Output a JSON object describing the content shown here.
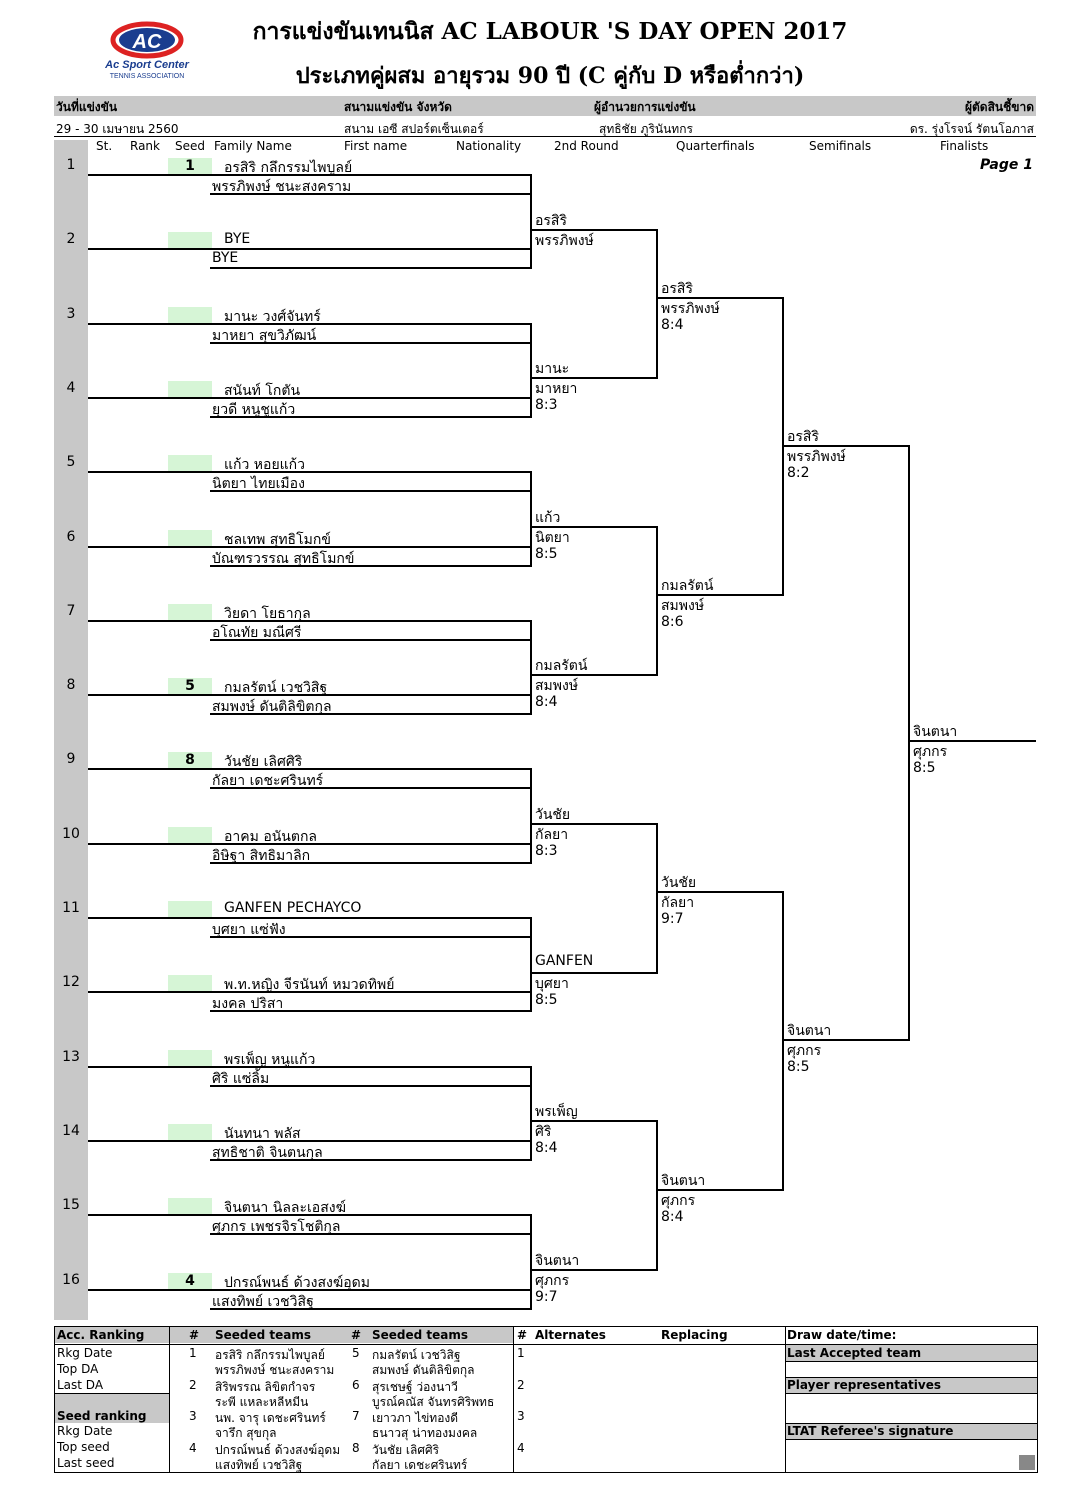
{
  "header": {
    "title": "การแข่งขันเทนนิส AC LABOUR 'S DAY OPEN 2017",
    "subtitle": "ประเภทคู่ผสม อายุรวม 90 ปี (C คู่กับ D หรือต่ำกว่า)",
    "logo_main": "AC",
    "logo_line1": "Ac Sport Center",
    "logo_line2": "TENNIS ASSOCIATION"
  },
  "info": {
    "date_label": "วันที่แข่งขัน",
    "venue_label": "สนามแข่งขัน จังหวัด",
    "director_label": "ผู้อำนวยการแข่งขัน",
    "referee_label": "ผู้ตัดสินชี้ขาด",
    "date": "29 - 30 เมษายน 2560",
    "venue": "สนาม เอซี สปอร์ตเซ็นเตอร์",
    "director": "สุทธิชัย ภูรินันทกร",
    "referee": "ดร. รุ่งโรจน์ รัตนโอภาส"
  },
  "columns": {
    "st": "St.",
    "rank": "Rank",
    "seed": "Seed",
    "family": "Family Name",
    "first": "First name",
    "nationality": "Nationality",
    "r2": "2nd Round",
    "qf": "Quarterfinals",
    "sf": "Semifinals",
    "f": "Finalists"
  },
  "page_label": "Page 1",
  "draw": [
    {
      "no": "1",
      "seed": "1",
      "p1": "อรสิริ กลึกรรมไพบูลย์",
      "p2": "พรรภิพงษ์ ชนะสงคราม"
    },
    {
      "no": "2",
      "seed": "",
      "p1": "BYE",
      "p2": "BYE"
    },
    {
      "no": "3",
      "seed": "",
      "p1": "มานะ วงศ์จันทร์",
      "p2": "มาหยา สุขวิภัฒน์"
    },
    {
      "no": "4",
      "seed": "",
      "p1": "สนันท์ โกตัน",
      "p2": "ยุวดี หนูชูแก้ว"
    },
    {
      "no": "5",
      "seed": "",
      "p1": "แก้ว หอยแก้ว",
      "p2": "นิตยา ไทยเมือง"
    },
    {
      "no": "6",
      "seed": "",
      "p1": "ชลเทพ สุทธิโมกข์",
      "p2": "บัณฑรวรรณ สุทธิโมกข์"
    },
    {
      "no": "7",
      "seed": "",
      "p1": "วิยดา โยธากุล",
      "p2": "อโณทัย มณีศรี"
    },
    {
      "no": "8",
      "seed": "5",
      "p1": "กมลรัตน์ เวชวิสิฐ",
      "p2": "สมพงษ์ ดันติลิขิตกุล"
    },
    {
      "no": "9",
      "seed": "8",
      "p1": "วันชัย เลิศศิริ",
      "p2": "กัลยา เดชะศรินทร์"
    },
    {
      "no": "10",
      "seed": "",
      "p1": "อาคม อนันตกล",
      "p2": "อิษิฐา สิทธิมาลิก"
    },
    {
      "no": "11",
      "seed": "",
      "p1": "GANFEN PECHAYCO",
      "p2": "บุศยา แซ่ฟัง"
    },
    {
      "no": "12",
      "seed": "",
      "p1": "พ.ท.หญิง จีรนันท์ หมวดทิพย์",
      "p2": "มงคล ปริสา"
    },
    {
      "no": "13",
      "seed": "",
      "p1": "พรเพ็ญ หนูแก้ว",
      "p2": "ศิริ แซ่ลิ้ม"
    },
    {
      "no": "14",
      "seed": "",
      "p1": "นันทนา พลัส",
      "p2": "สุทธิชาติ จินตนกุล"
    },
    {
      "no": "15",
      "seed": "",
      "p1": "จินตนา นิลละเอสงฆ์",
      "p2": "ศุภกร เพชรจิรโชติกุล"
    },
    {
      "no": "16",
      "seed": "4",
      "p1": "ปกรณ์พนธ์ ด้วงสงฆ์อุดม",
      "p2": "แสงทิพย์ เวชวิสิฐ"
    }
  ],
  "round2": [
    {
      "a": "อรสิริ",
      "b": "พรรภิพงษ์",
      "score": ""
    },
    {
      "a": "มานะ",
      "b": "มาหยา",
      "score": "8:3"
    },
    {
      "a": "แก้ว",
      "b": "นิตยา",
      "score": "8:5"
    },
    {
      "a": "กมลรัตน์",
      "b": "สมพงษ์",
      "score": "8:4"
    },
    {
      "a": "วันชัย",
      "b": "กัลยา",
      "score": "8:3"
    },
    {
      "a": "GANFEN",
      "b": "บุศยา",
      "score": "8:5"
    },
    {
      "a": "พรเพ็ญ",
      "b": "ศิริ",
      "score": "8:4"
    },
    {
      "a": "จินตนา",
      "b": "ศุภกร",
      "score": "9:7"
    }
  ],
  "quarterfinals": [
    {
      "a": "อรสิริ",
      "b": "พรรภิพงษ์",
      "score": "8:4"
    },
    {
      "a": "กมลรัตน์",
      "b": "สมพงษ์",
      "score": "8:6"
    },
    {
      "a": "วันชัย",
      "b": "กัลยา",
      "score": "9:7"
    },
    {
      "a": "จินตนา",
      "b": "ศุภกร",
      "score": "8:4"
    }
  ],
  "semifinals": [
    {
      "a": "อรสิริ",
      "b": "พรรภิพงษ์",
      "score": "8:2"
    },
    {
      "a": "จินตนา",
      "b": "ศุภกร",
      "score": "8:5"
    }
  ],
  "final": {
    "a": "จินตนา",
    "b": "ศุภกร",
    "score": "8:5"
  },
  "bottom": {
    "acc_ranking": "Acc. Ranking",
    "hash": "#",
    "seeded_teams": "Seeded teams",
    "alternates": "Alternates",
    "replacing": "Replacing",
    "draw_date": "Draw date/time:",
    "last_accepted": "Last Accepted team",
    "player_reps": "Player representatives",
    "referee_sig": "LTAT Referee's signature",
    "left_labels": [
      "Rkg Date",
      "Top DA",
      "Last DA",
      "Seed ranking",
      "Rkg Date",
      "Top seed",
      "Last seed"
    ],
    "seeds_left": [
      {
        "n": "1",
        "a": "อรสิริ กลึกรรมไพบูลย์",
        "b": "พรรภิพงษ์ ชนะสงคราม"
      },
      {
        "n": "2",
        "a": "สิริพรรณ ลิขิตกำจร",
        "b": "ระพี แหละหลีหมีน"
      },
      {
        "n": "3",
        "a": "นพ. จารุ เดชะศรินทร์",
        "b": "จารึก สุขกุล"
      },
      {
        "n": "4",
        "a": "ปกรณ์พนธ์ ด้วงสงฆ์อุดม",
        "b": "แสงทิพย์ เวชวิสิฐ"
      }
    ],
    "seeds_right": [
      {
        "n": "5",
        "a": "กมลรัตน์ เวชวิสิฐ",
        "b": "สมพงษ์ ดันติลิขิตกุล"
      },
      {
        "n": "6",
        "a": "สุรเชษฐ์ ว่องนาวี",
        "b": "บูรณ์คณัส จันทรศิริพทธ"
      },
      {
        "n": "7",
        "a": "เยาวภา ไข่ทองดี",
        "b": "ธนาวสุ น่าทองมงคล"
      },
      {
        "n": "8",
        "a": "วันชัย เลิศศิริ",
        "b": "กัลยา เดชะศรินทร์"
      }
    ],
    "alt_nums": [
      "1",
      "2",
      "3",
      "4"
    ]
  }
}
